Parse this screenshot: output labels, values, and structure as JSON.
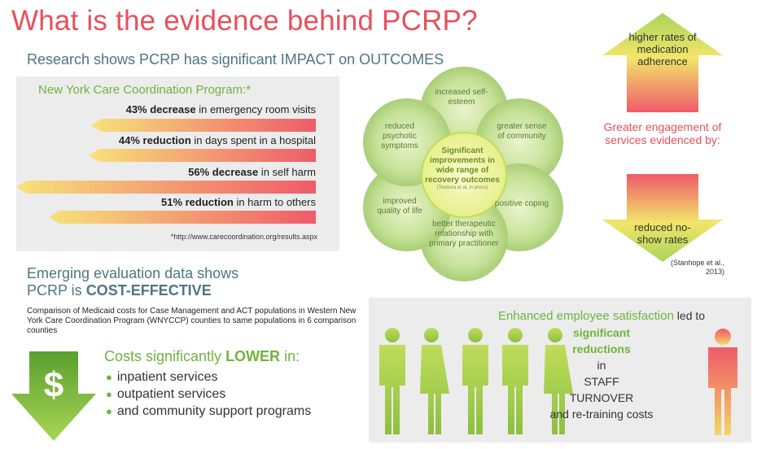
{
  "title": "What is the evidence behind PCRP?",
  "subtitle": "Research shows PCRP has significant IMPACT on OUTCOMES",
  "ny_program": {
    "title": "New York Care Coordination Program:*",
    "stats": [
      {
        "bold": "43% decrease",
        "rest": " in emergency room visits",
        "value": 43
      },
      {
        "bold": "44% reduction",
        "rest": " in days spent in a hospital",
        "value": 44
      },
      {
        "bold": "56% decrease",
        "rest": " in self harm",
        "value": 56
      },
      {
        "bold": "51% reduction",
        "rest": " in harm to others",
        "value": 51
      }
    ],
    "footnote": "*http://www.carecoordination.org/results.aspx"
  },
  "flower": {
    "center": "Significant improvements in wide range of recovery outcomes",
    "center_cite": "(Tondora et al, in press)",
    "petals": [
      "increased self-esteem",
      "greater sense of community",
      "positive coping",
      "better therapeutic relationship with primary practitioner",
      "improved quality of life",
      "reduced psychotic symptoms"
    ]
  },
  "engagement": {
    "up_text": "higher rates of medication adherence",
    "middle_text": "Greater engagement of services evidenced by:",
    "down_text": "reduced no-show rates",
    "cite": "(Stanhope et al., 2013)"
  },
  "cost": {
    "heading_line1": "Emerging evaluation data shows",
    "heading_prefix": "PCRP is ",
    "heading_bold": "COST-EFFECTIVE",
    "description": "Comparison of Medicaid costs for Case Management and ACT populations in Western New York Care Coordination Program (WNYCCP) counties to same populations in 6 comparison counties",
    "lower_prefix": "Costs significantly ",
    "lower_bold": "LOWER",
    "lower_suffix": " in:",
    "items": [
      "inpatient services",
      "outpatient services",
      "and community support programs"
    ],
    "dollar_symbol": "$"
  },
  "employee": {
    "head_colored": "Enhanced employee satisfaction",
    "head_rest": " led to",
    "sig1": "significant",
    "sig2": "reductions",
    "in": "in",
    "staff": "STAFF",
    "turnover": "TURNOVER",
    "retrain": "and re-training costs"
  },
  "colors": {
    "red": "#e8505b",
    "green": "#6fb33e",
    "teal": "#4d7680",
    "panel": "#ececec"
  }
}
